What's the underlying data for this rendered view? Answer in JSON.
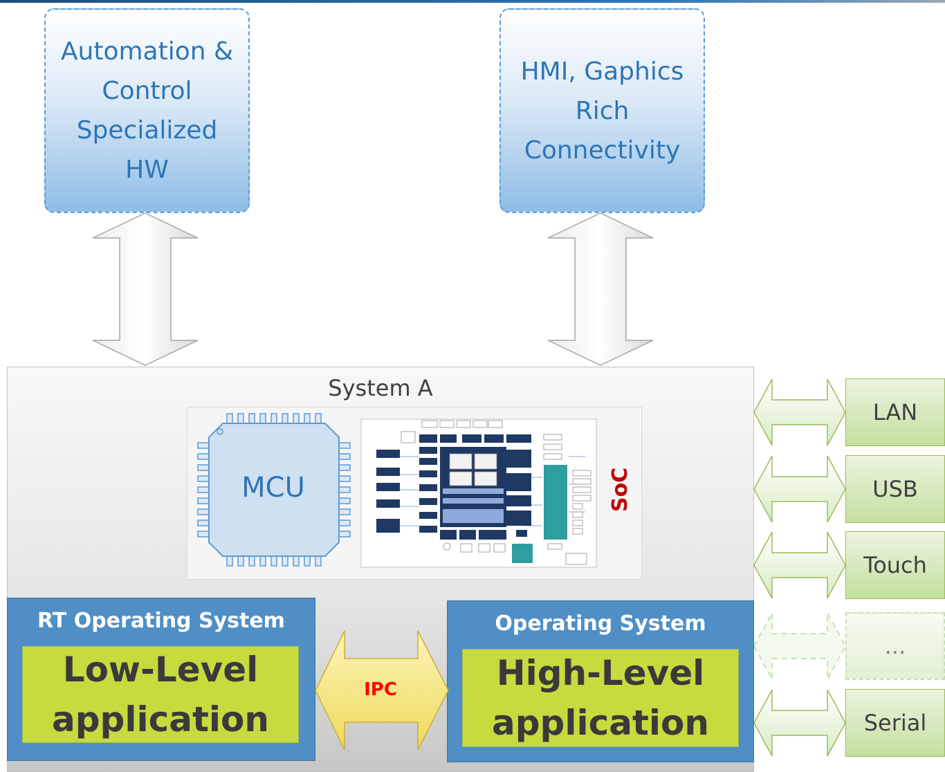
{
  "clouds": [
    {
      "text": "Automation &\nControl\nSpecialized\nHW"
    },
    {
      "text": "HMI, Gaphics\nRich\nConnectivity"
    }
  ],
  "system": {
    "title": "System A"
  },
  "chips": {
    "mcu": "MCU",
    "soc": "SoC"
  },
  "rtos": {
    "title": "RT Operating System",
    "app": "Low-Level\napplication"
  },
  "os": {
    "title": "Operating System",
    "app": "High-Level\napplication"
  },
  "ipc": {
    "label": "IPC"
  },
  "interfaces": [
    "LAN",
    "USB",
    "Touch",
    "...",
    "Serial"
  ],
  "colors": {
    "accent_blue": "#2e75b6",
    "app_green": "#c7da3e",
    "os_blue": "#4f8fc5",
    "ipc_yellow": "#f3e57a",
    "soc_red": "#c00000"
  }
}
